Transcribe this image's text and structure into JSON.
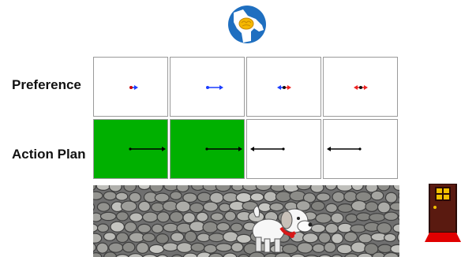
{
  "labels": {
    "preference": "Preference",
    "action_plan": "Action Plan"
  },
  "logo": {
    "icon": "dog-brain-logo",
    "bg_color": "#1f6fc0",
    "brain_color": "#f5b800"
  },
  "preference_cells": [
    {
      "arrows": [
        {
          "dir": "right",
          "color": "#1a3cff",
          "len": 9
        }
      ],
      "dot_color": "#cc0000"
    },
    {
      "arrows": [
        {
          "dir": "right",
          "color": "#1a3cff",
          "len": 20
        }
      ],
      "dot_color": "#1a3cff"
    },
    {
      "arrows": [
        {
          "dir": "left",
          "color": "#1a3cff",
          "len": 9
        },
        {
          "dir": "right",
          "color": "#ee2222",
          "len": 9
        }
      ],
      "dot_color": "#111111"
    },
    {
      "arrows": [
        {
          "dir": "left",
          "color": "#ee2222",
          "len": 9
        },
        {
          "dir": "right",
          "color": "#ee2222",
          "len": 9
        }
      ],
      "dot_color": "#111111"
    }
  ],
  "action_cells": [
    {
      "fill": "green",
      "dir": "right"
    },
    {
      "fill": "green",
      "dir": "right"
    },
    {
      "fill": "white",
      "dir": "left"
    },
    {
      "fill": "white",
      "dir": "left"
    }
  ],
  "colors": {
    "green": "#00b000",
    "stone": "#8a8a8a",
    "door": "#5a1a10",
    "door_window": "#f2c000",
    "mat": "#e00000"
  }
}
